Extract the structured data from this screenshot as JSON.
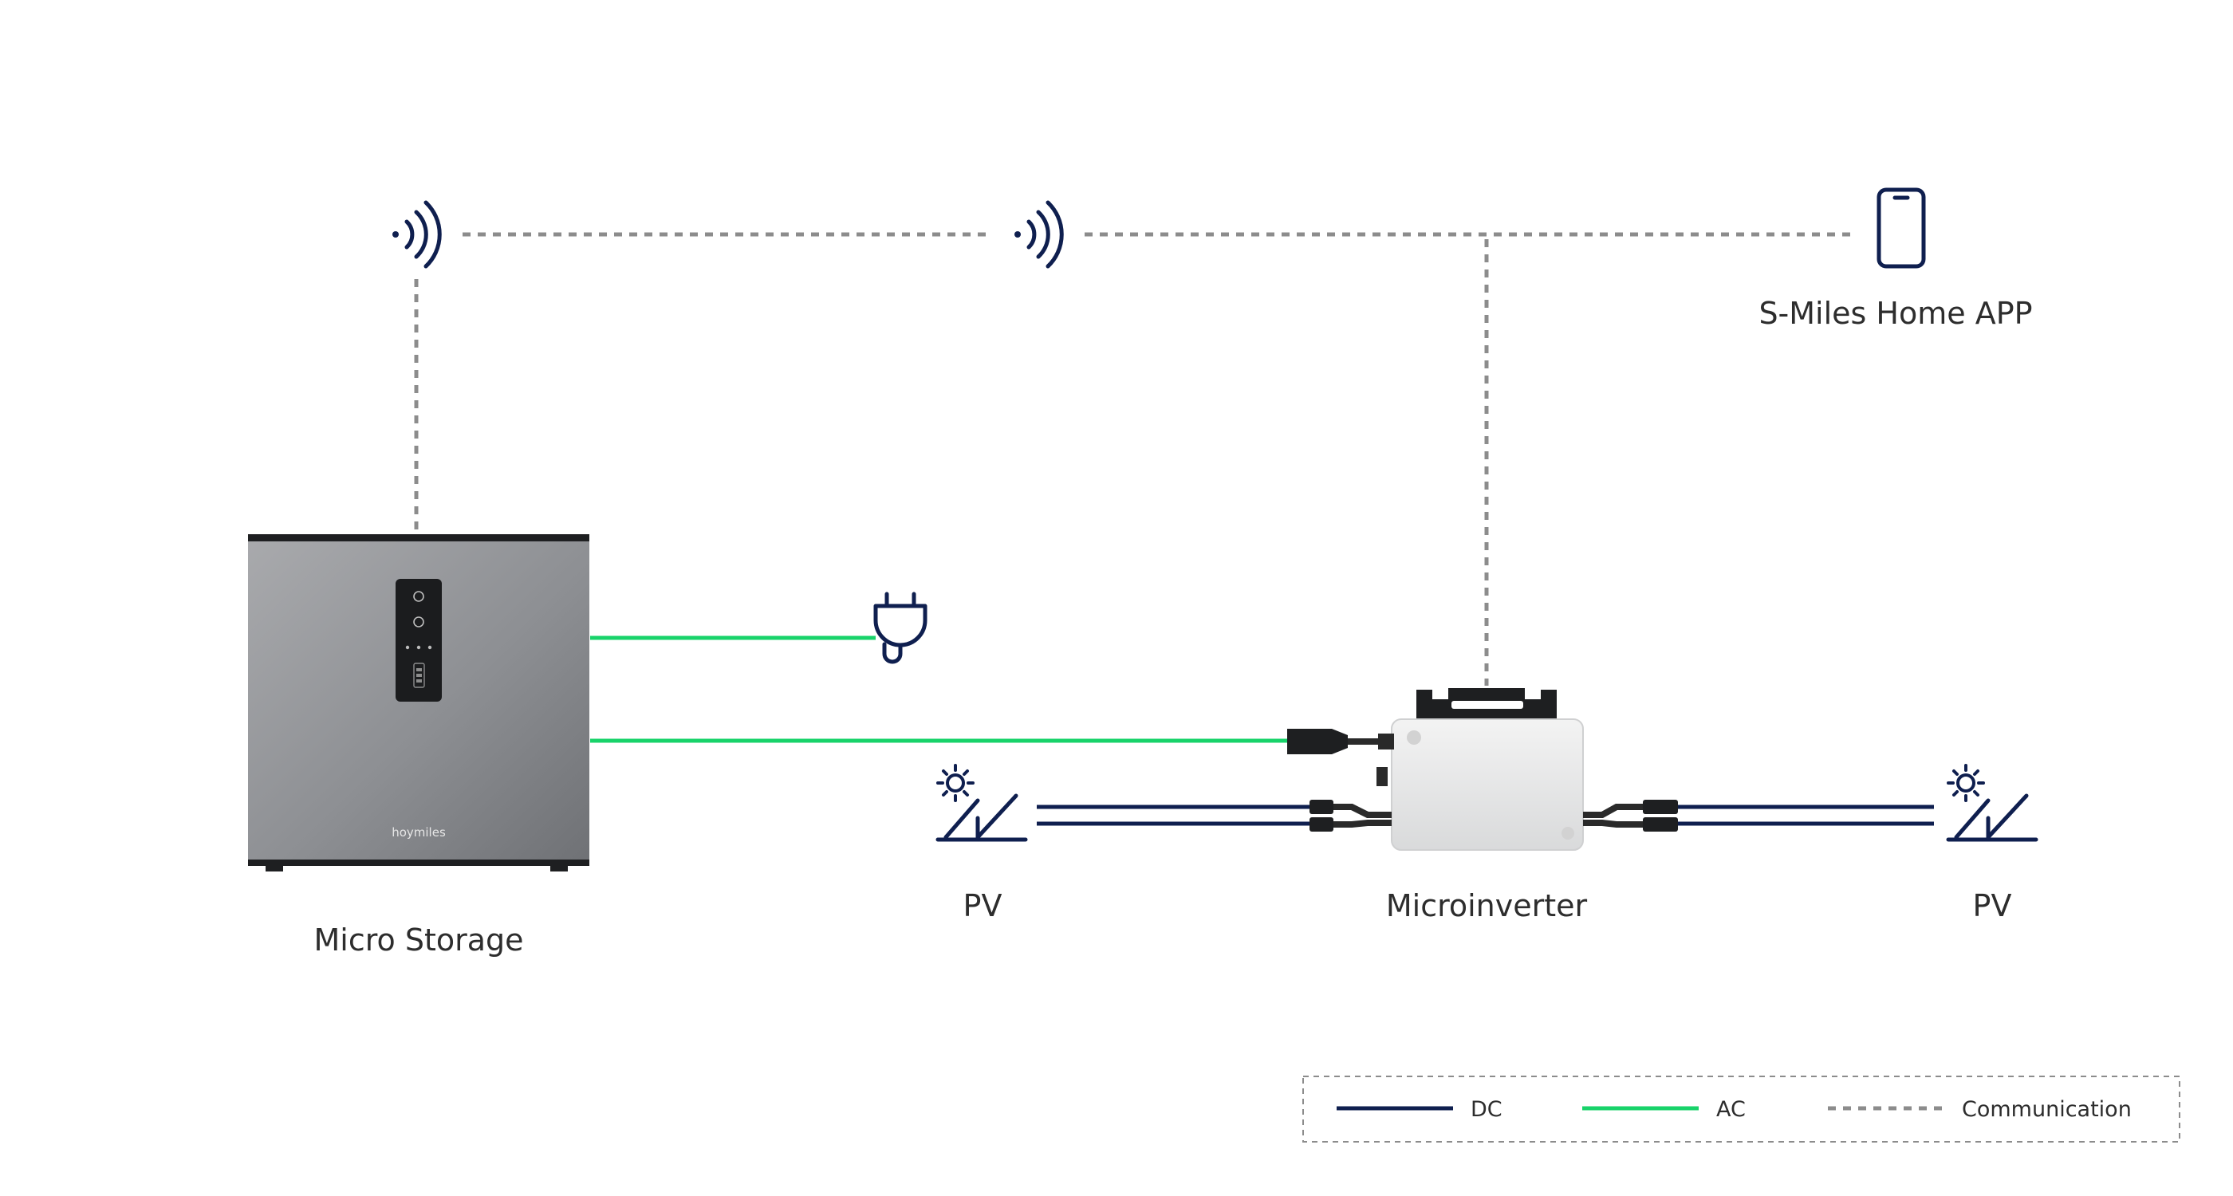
{
  "devices": {
    "micro_storage": {
      "label": "Micro Storage",
      "brand": "hoymiles"
    },
    "microinverter": {
      "label": "Microinverter"
    },
    "pv_left": {
      "label": "PV"
    },
    "pv_right": {
      "label": "PV"
    },
    "app": {
      "label": "S-Miles Home APP"
    }
  },
  "legend": {
    "items": [
      {
        "label": "DC",
        "color": "#0f1f4f",
        "style": "solid"
      },
      {
        "label": "AC",
        "color": "#18d36a",
        "style": "solid"
      },
      {
        "label": "Communication",
        "color": "#8c8c8c",
        "style": "dashed"
      }
    ]
  },
  "icons": [
    "wifi-signal-icon",
    "power-plug-icon",
    "smartphone-icon",
    "solar-panel-icon"
  ]
}
